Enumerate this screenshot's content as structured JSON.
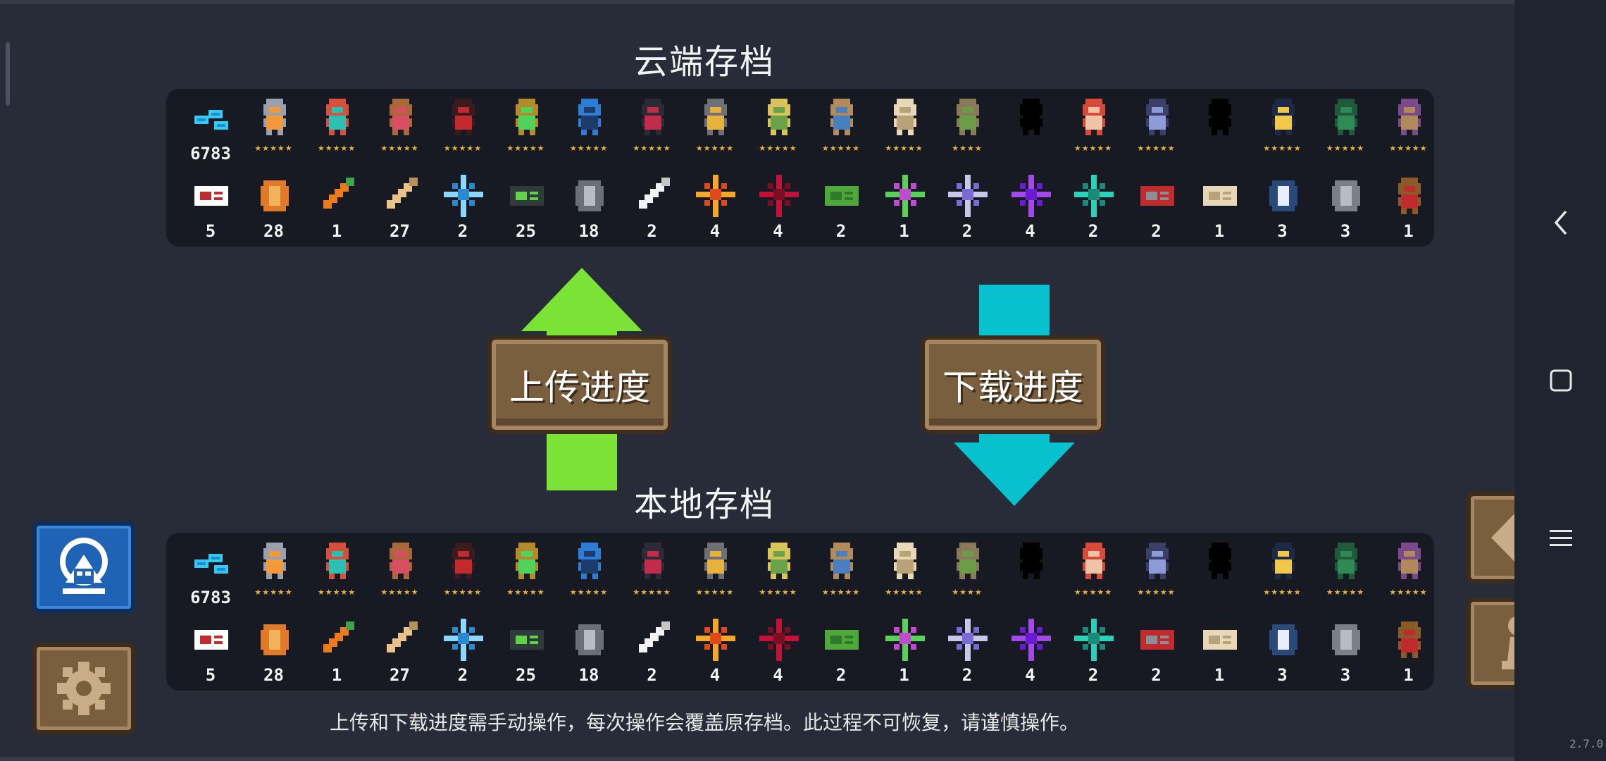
{
  "titles": {
    "cloud": "云端存档",
    "local": "本地存档"
  },
  "buttons": {
    "upload": "上传进度",
    "download": "下载进度"
  },
  "notice": "上传和下载进度需手动操作，每次操作会覆盖原存档。此过程不可恢复，请谨慎操作。",
  "version": "2.7.0",
  "colors": {
    "background": "#272c38",
    "panel": "#171a22",
    "upload_arrow": "#7be336",
    "download_arrow": "#08c1cf",
    "wood": "#7a5f3e",
    "portal_blue": "#1f63b6",
    "star": "#e5b23c"
  },
  "gems": {
    "icon": "blue-gem-icon",
    "count": "6783"
  },
  "heroes": [
    {
      "icon": "knight-icon",
      "stars": "★★★★★"
    },
    {
      "icon": "rogue-icon",
      "stars": "★★★★★"
    },
    {
      "icon": "wizard-icon",
      "stars": "★★★★★"
    },
    {
      "icon": "assassin-icon",
      "stars": "★★★★★"
    },
    {
      "icon": "engineer-icon",
      "stars": "★★★★★"
    },
    {
      "icon": "alchemist-icon",
      "stars": "★★★★★"
    },
    {
      "icon": "vampire-icon",
      "stars": "★★★★★"
    },
    {
      "icon": "paladin-icon",
      "stars": "★★★★★"
    },
    {
      "icon": "elf-icon",
      "stars": "★★★★★"
    },
    {
      "icon": "werewolf-icon",
      "stars": "★★★★★"
    },
    {
      "icon": "priest-icon",
      "stars": "★★★★★"
    },
    {
      "icon": "druid-icon",
      "stars": "★★★★"
    },
    {
      "icon": "locked-hero-icon",
      "stars": ""
    },
    {
      "icon": "berserker-icon",
      "stars": "★★★★★"
    },
    {
      "icon": "robot-icon",
      "stars": "★★★★★"
    },
    {
      "icon": "locked-hero-icon",
      "stars": ""
    },
    {
      "icon": "taoist-icon",
      "stars": "★★★★★"
    },
    {
      "icon": "green-chest-icon",
      "stars": "★★★★★"
    },
    {
      "icon": "bookshelf-icon",
      "stars": "★★★★★"
    }
  ],
  "items": [
    {
      "icon": "card-icon",
      "count": "5"
    },
    {
      "icon": "orange-ore-icon",
      "count": "28"
    },
    {
      "icon": "carrot-icon",
      "count": "1"
    },
    {
      "icon": "wood-plank-icon",
      "count": "27"
    },
    {
      "icon": "ice-crystal-icon",
      "count": "2"
    },
    {
      "icon": "battery-icon",
      "count": "25"
    },
    {
      "icon": "iron-ore-icon",
      "count": "18"
    },
    {
      "icon": "feather-icon",
      "count": "2"
    },
    {
      "icon": "fire-crystal-icon",
      "count": "4"
    },
    {
      "icon": "red-leaf-icon",
      "count": "4"
    },
    {
      "icon": "green-block-icon",
      "count": "2"
    },
    {
      "icon": "rainbow-leaf-icon",
      "count": "1"
    },
    {
      "icon": "silver-crystal-icon",
      "count": "2"
    },
    {
      "icon": "purple-crystal-icon",
      "count": "4"
    },
    {
      "icon": "teal-crystal-icon",
      "count": "2"
    },
    {
      "icon": "red-chip-icon",
      "count": "2"
    },
    {
      "icon": "scroll-icon",
      "count": "1"
    },
    {
      "icon": "feather-coin-icon",
      "count": "3"
    },
    {
      "icon": "gear-part-icon",
      "count": "3"
    },
    {
      "icon": "boot-icon",
      "count": "1"
    }
  ],
  "side_buttons": {
    "portal": "portal-gate-icon",
    "settings": "gear-icon",
    "notice": "exclamation-icon",
    "hero": "chess-pawn-icon"
  }
}
